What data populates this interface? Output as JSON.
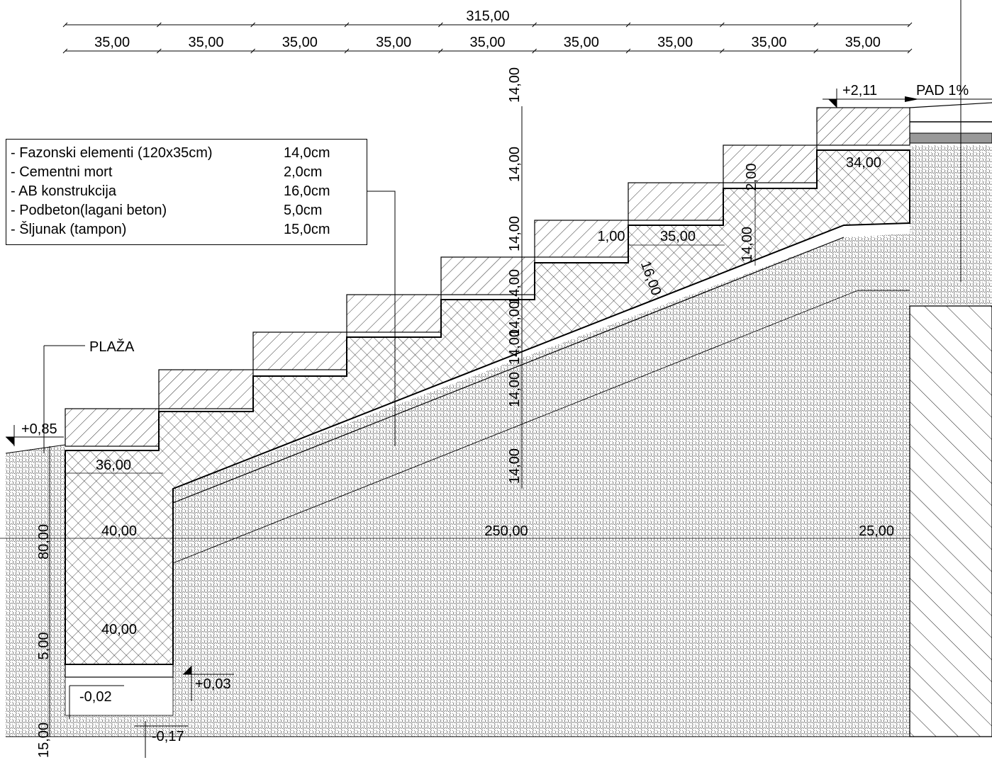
{
  "legend": [
    {
      "label": "- Fazonski elementi (120x35cm)",
      "value": "14,0cm"
    },
    {
      "label": "- Cementni mort",
      "value": "2,0cm"
    },
    {
      "label": "- AB konstrukcija",
      "value": "16,0cm"
    },
    {
      "label": "- Podbeton(lagani beton)",
      "value": "5,0cm"
    },
    {
      "label": "- Šljunak (tampon)",
      "value": "15,0cm"
    }
  ],
  "labels": {
    "plaza": "PLAŽA",
    "pad": "PAD 1%"
  },
  "levels": {
    "top": "+2,11",
    "beach": "+0,85",
    "base_a": "+0,03",
    "base_b": "-0,02",
    "base_c": "-0,17"
  },
  "dimensions": {
    "total": "315,00",
    "step_width": "35,00",
    "step_count": 9,
    "riser": "14,00",
    "riser_count": 8,
    "landing": "34,00",
    "mort": "2,00",
    "slab": "16,00",
    "offset": "1,00",
    "tread": "35,00",
    "riser_right": "14,00",
    "footing_top": "36,00",
    "footing_mid": "40,00",
    "footing_low": "40,00",
    "span": "250,00",
    "right_wall": "25,00",
    "depth_80": "80,00",
    "depth_5": "5,00",
    "depth_15": "15,00"
  }
}
